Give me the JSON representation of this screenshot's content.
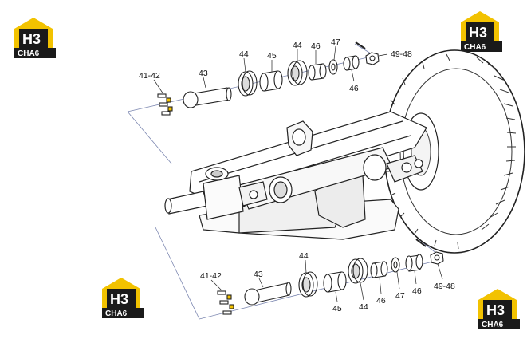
{
  "brand": {
    "logo_main": "H3",
    "logo_sub": "CHA6",
    "accent_color": "#f2c200",
    "dark_color": "#1a1a1a"
  },
  "callouts": {
    "top": {
      "p41_42": "41-42",
      "p43": "43",
      "p44": "44",
      "p45": "45",
      "p44b": "44",
      "p46": "46",
      "p47": "47",
      "p46b": "46",
      "p49_48": "49-48"
    },
    "bottom": {
      "p41_42": "41-42",
      "p43": "43",
      "p44": "44",
      "p45": "45",
      "p44b": "44",
      "p46": "46",
      "p47": "47",
      "p46b": "46",
      "p49_48": "49-48"
    }
  }
}
